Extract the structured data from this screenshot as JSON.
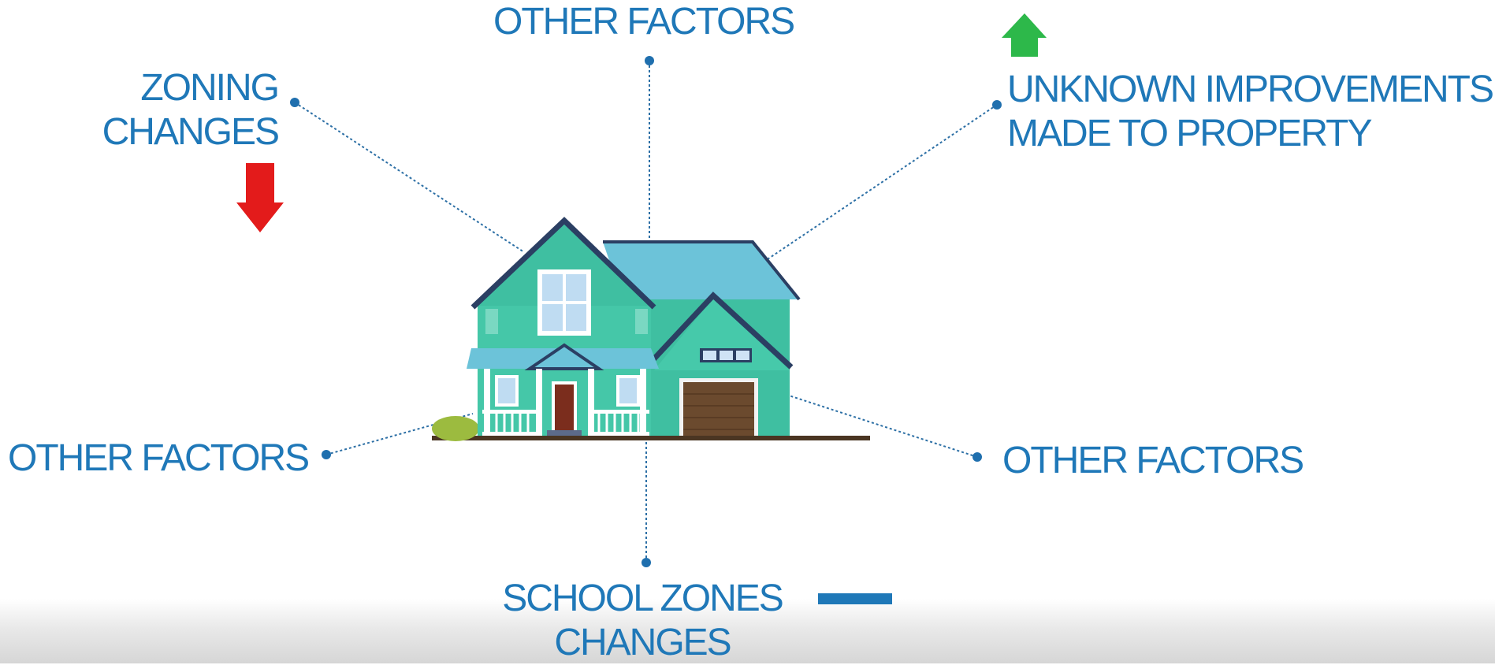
{
  "labels": {
    "top": [
      "OTHER FACTORS"
    ],
    "zoning": [
      "ZONING",
      "CHANGES"
    ],
    "unknown": [
      "UNKNOWN IMPROVEMENTS",
      "MADE TO PROPERTY"
    ],
    "left": [
      "OTHER FACTORS"
    ],
    "right": [
      "OTHER FACTORS"
    ],
    "school": [
      "SCHOOL ZONES",
      "CHANGES"
    ]
  },
  "indicators": {
    "zoning": "down",
    "unknown": "up",
    "school": "neutral"
  },
  "colors": {
    "text": "#1f78b8",
    "connector": "#2c6fa5",
    "up_arrow": "#2db84a",
    "down_arrow": "#e31b1b",
    "neutral_bar": "#1f78b8",
    "house_body": "#45c7a8",
    "roof": "#6cc3d9",
    "roof_edge": "#2b3f63"
  }
}
